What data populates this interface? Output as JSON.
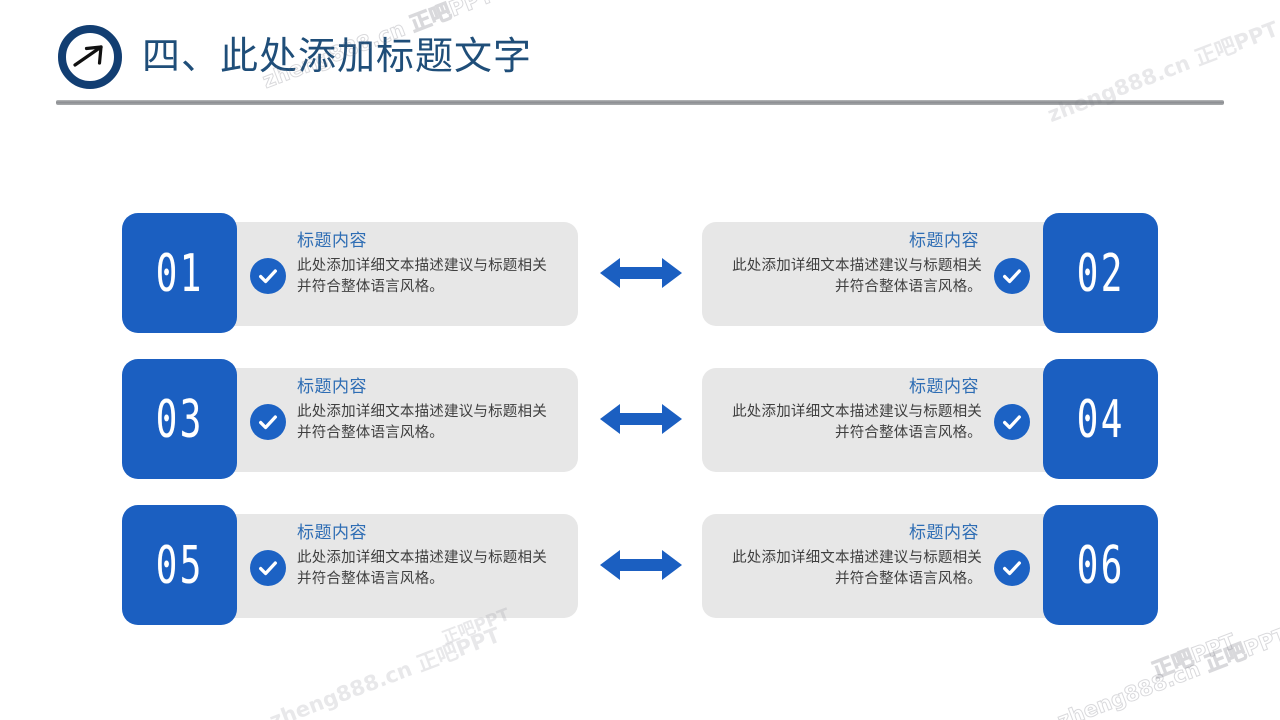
{
  "header": {
    "icon_name": "arrow-in-circle-icon",
    "title": "四、此处添加标题文字",
    "title_color": "#1f4e79",
    "rule_color": "#8b8e91"
  },
  "theme": {
    "accent_blue": "#1b5fc1",
    "panel_gray": "#e7e7e7",
    "subtitle_blue": "#2e6db4",
    "body_gray": "#3f3f3f"
  },
  "arrow": {
    "icon_name": "double-arrow-horizontal-icon",
    "color": "#1b5fc1",
    "count": 3
  },
  "cards": [
    {
      "number": "01",
      "side": "left",
      "title": "标题内容",
      "body": "此处添加详细文本描述建议与标题相关并符合整体语言风格。"
    },
    {
      "number": "02",
      "side": "right",
      "title": "标题内容",
      "body": "此处添加详细文本描述建议与标题相关并符合整体语言风格。"
    },
    {
      "number": "03",
      "side": "left",
      "title": "标题内容",
      "body": "此处添加详细文本描述建议与标题相关并符合整体语言风格。"
    },
    {
      "number": "04",
      "side": "right",
      "title": "标题内容",
      "body": "此处添加详细文本描述建议与标题相关并符合整体语言风格。"
    },
    {
      "number": "05",
      "side": "left",
      "title": "标题内容",
      "body": "此处添加详细文本描述建议与标题相关并符合整体语言风格。"
    },
    {
      "number": "06",
      "side": "right",
      "title": "标题内容",
      "body": "此处添加详细文本描述建议与标题相关并符合整体语言风格。"
    }
  ],
  "watermarks": {
    "text": "zheng888.cn 正吧PPT",
    "items": [
      {
        "text": "zheng888.cn 正吧PPT",
        "style": "outline"
      },
      {
        "text": "zheng888.cn 正吧PPT",
        "style": "fill"
      },
      {
        "text": "zheng888.cn 正吧PPT",
        "style": "fill"
      },
      {
        "text": "zheng888.cn 正吧PPT",
        "style": "outline"
      },
      {
        "text": "正吧PPT",
        "style": "outline"
      },
      {
        "text": "正吧PPT",
        "style": "fill"
      }
    ]
  }
}
